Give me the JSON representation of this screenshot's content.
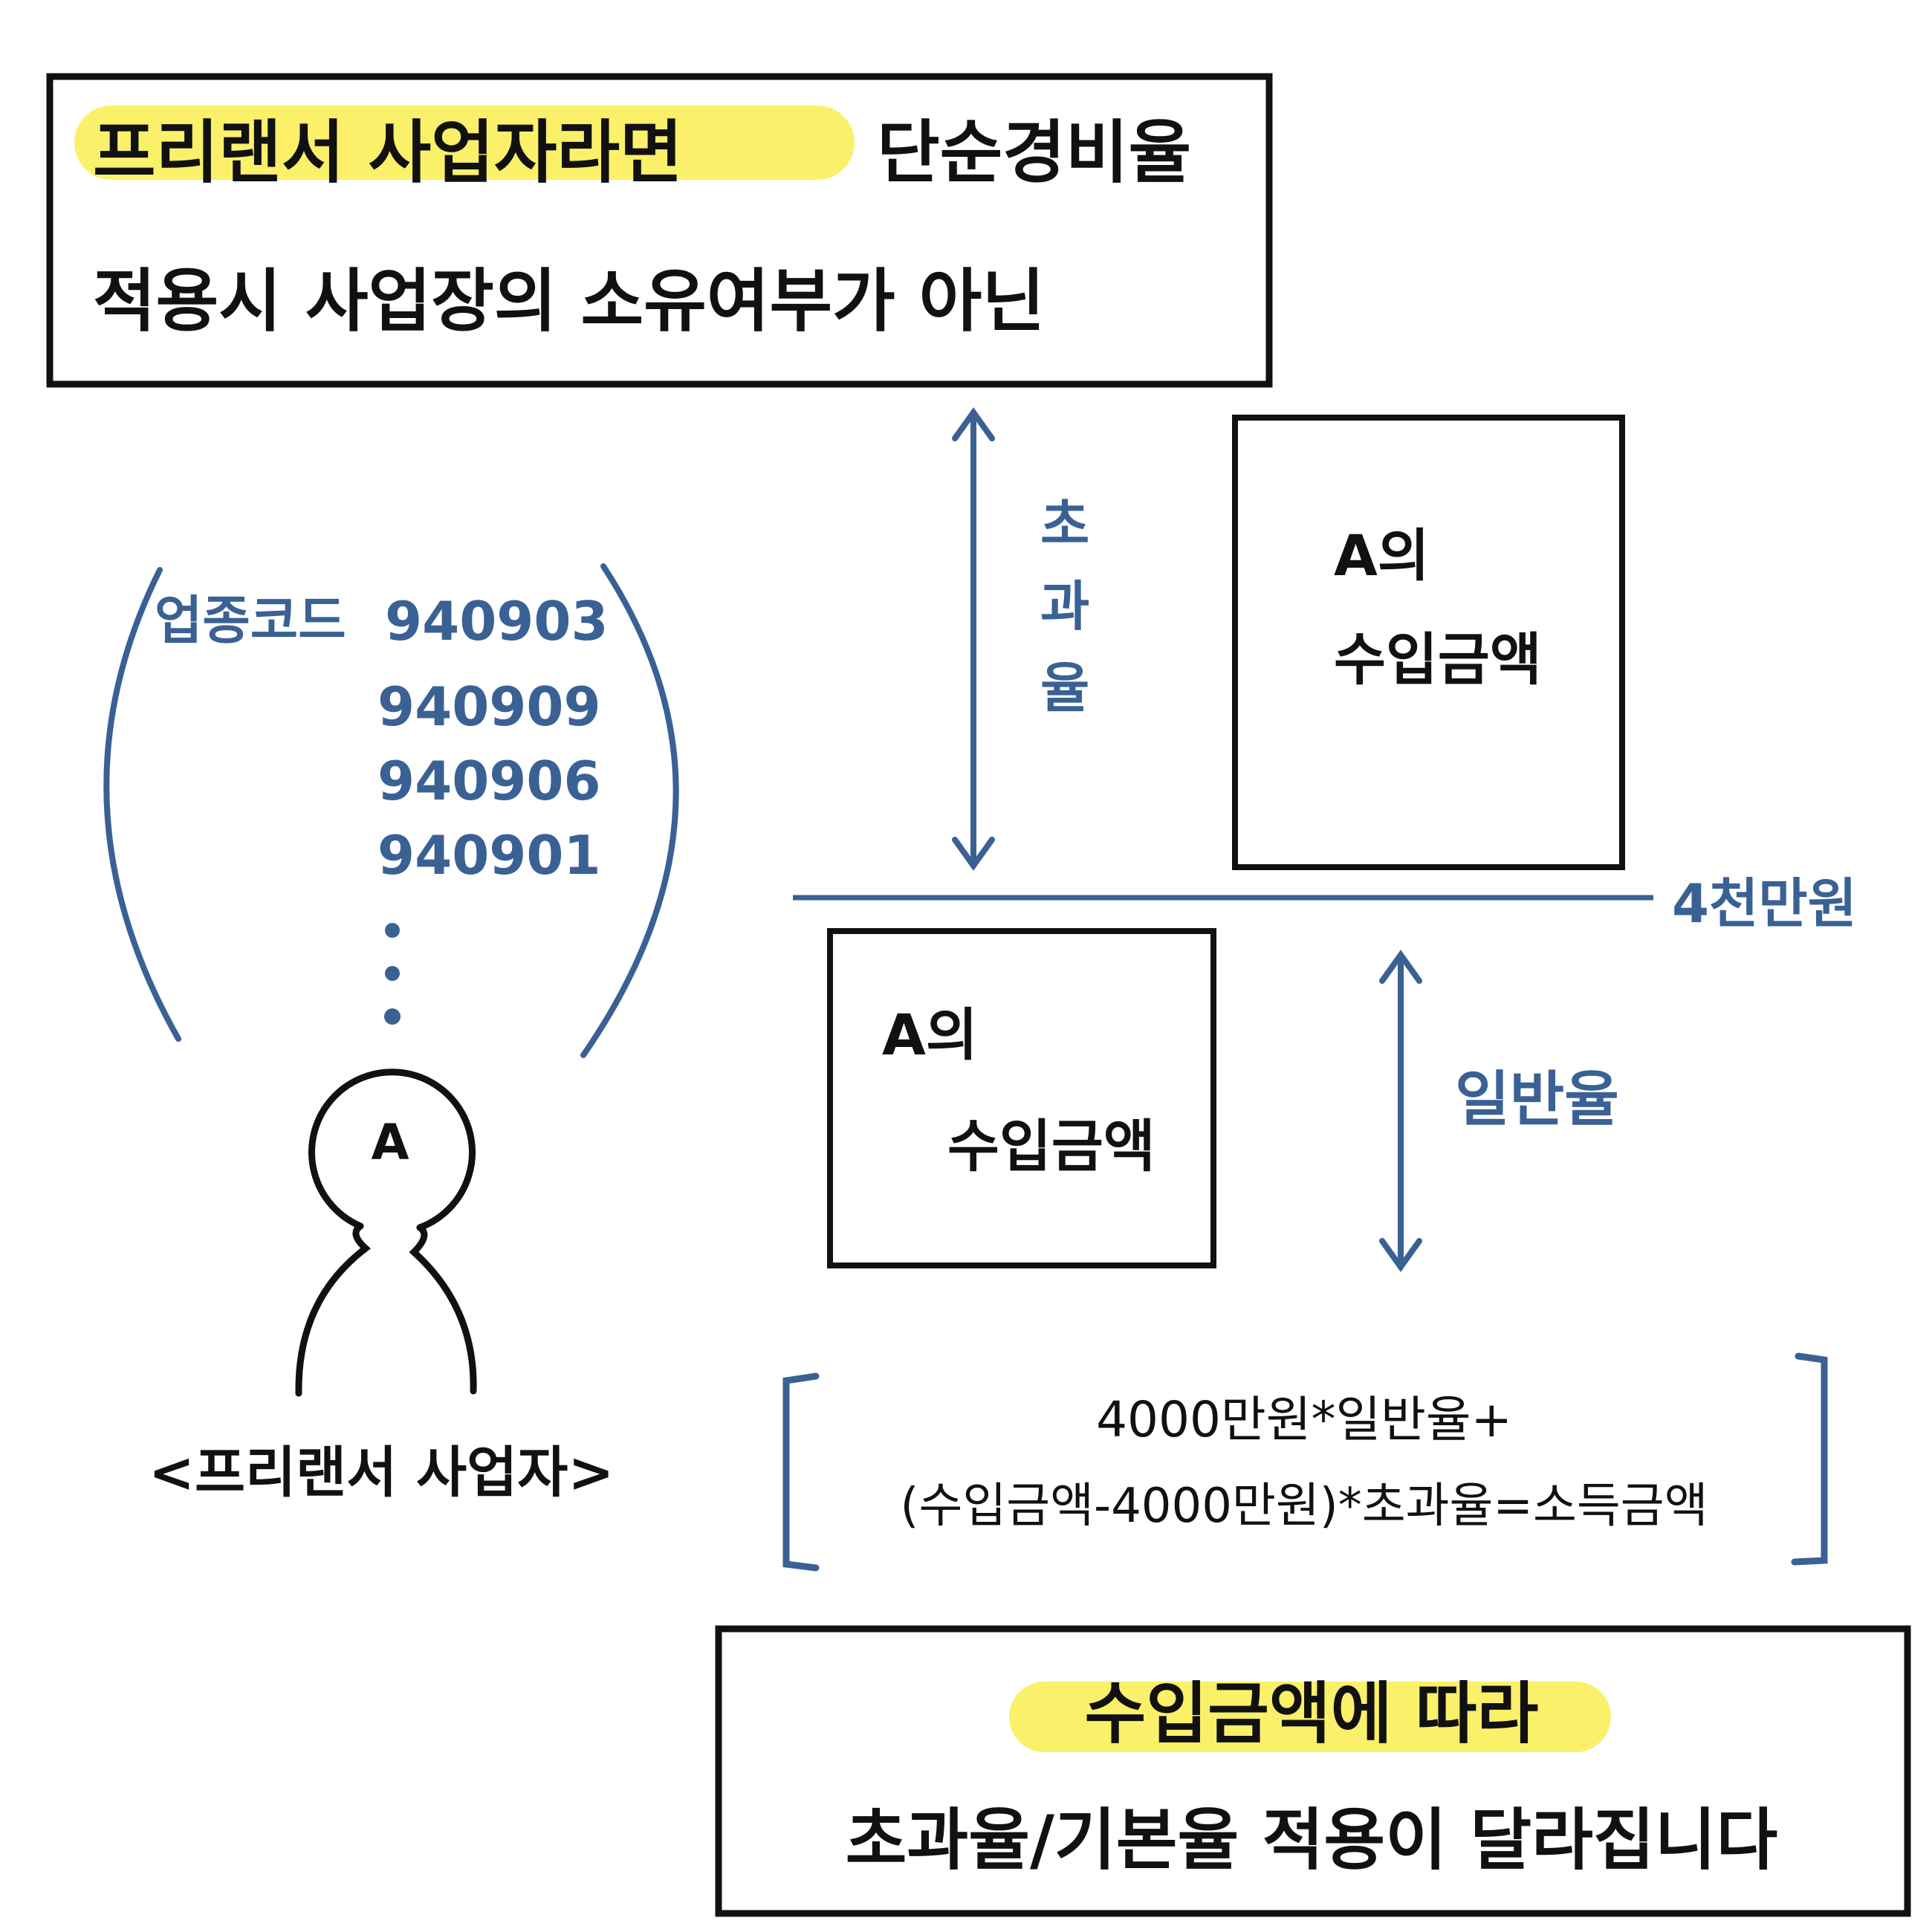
{
  "title_box": {
    "highlight_text": "프리랜서 사업자라면",
    "line1_rest": "단순경비율",
    "line2": "적용시 사업장의 소유여부가 아닌"
  },
  "codes": {
    "label": "업종코드",
    "items": [
      "940903",
      "940909",
      "940906",
      "940901"
    ]
  },
  "person": {
    "head_label": "A",
    "caption": "<프리랜서 사업자>"
  },
  "diagram": {
    "excess_rate_label": [
      "초",
      "과",
      "율"
    ],
    "upper_box": {
      "line1": "A의",
      "line2": "수입금액"
    },
    "threshold_label": "4천만원",
    "lower_box": {
      "line1": "A의",
      "line2": "수입금액"
    },
    "general_rate_label": "일반율"
  },
  "formula": {
    "line1": "4000만원*일반율+",
    "line2": "(수입금액-4000만원)*초과율=소득금액"
  },
  "bottom_box": {
    "highlight_text": "수입금액에 따라",
    "line2": "초과율/기본율 적용이 달라집니다"
  },
  "colors": {
    "ink": "#111111",
    "blue": "#3a6194",
    "highlight": "#fbf06a"
  }
}
